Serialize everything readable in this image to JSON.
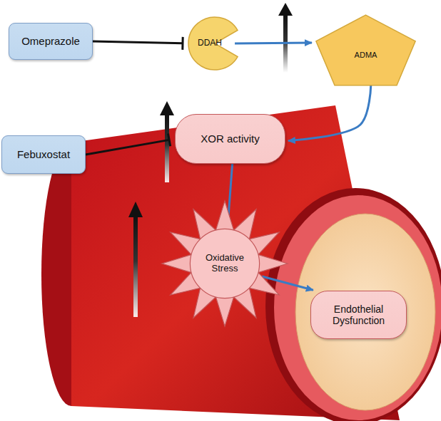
{
  "diagram": {
    "nodes": [
      {
        "text": [
          "Omeprazole"
        ]
      },
      {
        "text": [
          "DDAH"
        ]
      },
      {
        "text": [
          "ADMA"
        ]
      },
      {
        "text": [
          "Febuxostat"
        ]
      },
      {
        "text": [
          "XOR activity"
        ]
      },
      {
        "text": [
          "Oxidative Stress"
        ]
      },
      {
        "text": [
          "Endothelial Dysfunction"
        ]
      }
    ],
    "edges": [
      {
        "from": 0,
        "to": 1,
        "arrow": "to"
      },
      {
        "from": 1,
        "to": 2,
        "arrow": "to"
      },
      {
        "from": 2,
        "to": 4,
        "arrow": "to"
      },
      {
        "from": 3,
        "to": 4,
        "arrow": "to"
      },
      {
        "from": 4,
        "to": 5,
        "arrow": "to"
      },
      {
        "from": 5,
        "to": 6,
        "arrow": "to"
      }
    ]
  }
}
